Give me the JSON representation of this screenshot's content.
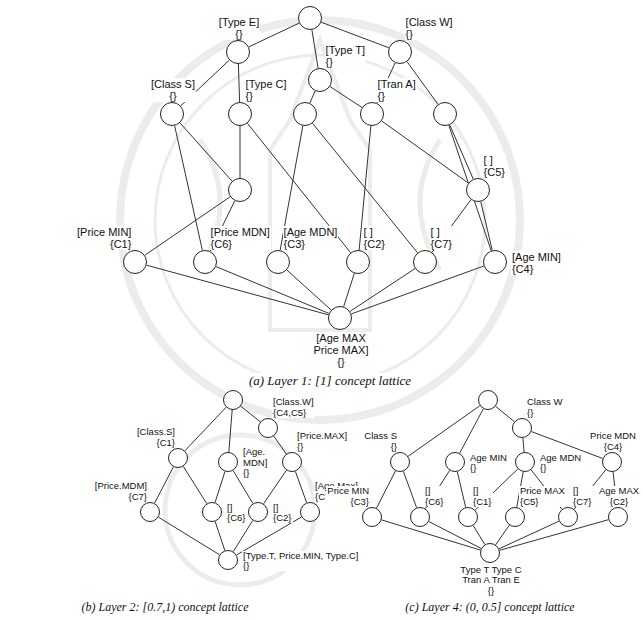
{
  "diagram": {
    "nodes": [
      {
        "text": []
      },
      {
        "text": [
          "[Type E]",
          "{}"
        ]
      },
      {
        "text": [
          "[Type T]",
          "{}"
        ]
      },
      {
        "text": [
          "[Class W]",
          "{}"
        ]
      },
      {
        "text": [
          "[Class S]",
          "{}"
        ]
      },
      {
        "text": [
          "[Type C]",
          "{}"
        ]
      },
      {
        "text": []
      },
      {
        "text": [
          "[Tran A]",
          "{}"
        ]
      },
      {
        "text": []
      },
      {
        "text": []
      },
      {
        "text": [
          "[ ]",
          "{C5}"
        ]
      },
      {
        "text": [
          "[Price MIN]",
          "{C1}"
        ]
      },
      {
        "text": [
          "[Price MDN]",
          "{C6}"
        ]
      },
      {
        "text": [
          "[Age MDN]",
          "{C3}"
        ]
      },
      {
        "text": [
          "[ ]",
          "{C2}"
        ]
      },
      {
        "text": [
          "[ ]",
          "{C7}"
        ]
      },
      {
        "text": [
          "[Age MIN]",
          "{C4}"
        ]
      },
      {
        "text": [
          "[Age MAX Price MAX]",
          "{}"
        ]
      },
      {
        "text": []
      },
      {
        "text": [
          "[Class.W]",
          "{C4,C5}"
        ]
      },
      {
        "text": [
          "[Class.S]",
          "{C1}"
        ]
      },
      {
        "text": [
          "[Age. MDN]",
          "{}"
        ]
      },
      {
        "text": [
          "[Price.MAX]",
          "{}"
        ]
      },
      {
        "text": [
          "[Price.MDM]",
          "{C7}"
        ]
      },
      {
        "text": [
          "[]",
          "{C6}"
        ]
      },
      {
        "text": [
          "[]",
          "{C2}"
        ]
      },
      {
        "text": [
          "[Age.Max]",
          "{C7}"
        ]
      },
      {
        "text": [
          "[Type.T, Price.MIN, Type.C]",
          "{}"
        ]
      },
      {
        "text": []
      },
      {
        "text": [
          "Class W",
          "{}"
        ]
      },
      {
        "text": [
          "Class S",
          "{}"
        ]
      },
      {
        "text": [
          "Age MIN",
          "{}"
        ]
      },
      {
        "text": [
          "Age MDN",
          "{}"
        ]
      },
      {
        "text": [
          "Price MDN",
          "{C4}"
        ]
      },
      {
        "text": [
          "Price MIN",
          "{C3}"
        ]
      },
      {
        "text": [
          "[]",
          "{C6}"
        ]
      },
      {
        "text": [
          "[]",
          "{C1}"
        ]
      },
      {
        "text": [
          "Price MAX",
          "{C5}"
        ]
      },
      {
        "text": [
          "[]",
          "{C7}"
        ]
      },
      {
        "text": [
          "Age MAX",
          "{C2}"
        ]
      },
      {
        "text": [
          "Type T Type C Tran A Tran E",
          "{}"
        ]
      }
    ],
    "edges": [
      {
        "from": 0,
        "to": 1,
        "arrow": "none"
      },
      {
        "from": 0,
        "to": 2,
        "arrow": "none"
      },
      {
        "from": 0,
        "to": 3,
        "arrow": "none"
      },
      {
        "from": 1,
        "to": 4,
        "arrow": "none"
      },
      {
        "from": 1,
        "to": 5,
        "arrow": "none"
      },
      {
        "from": 2,
        "to": 6,
        "arrow": "none"
      },
      {
        "from": 2,
        "to": 7,
        "arrow": "none"
      },
      {
        "from": 3,
        "to": 7,
        "arrow": "none"
      },
      {
        "from": 3,
        "to": 8,
        "arrow": "none"
      },
      {
        "from": 4,
        "to": 9,
        "arrow": "none"
      },
      {
        "from": 4,
        "to": 12,
        "arrow": "none"
      },
      {
        "from": 5,
        "to": 9,
        "arrow": "none"
      },
      {
        "from": 5,
        "to": 14,
        "arrow": "none"
      },
      {
        "from": 6,
        "to": 13,
        "arrow": "none"
      },
      {
        "from": 6,
        "to": 15,
        "arrow": "none"
      },
      {
        "from": 7,
        "to": 10,
        "arrow": "none"
      },
      {
        "from": 7,
        "to": 14,
        "arrow": "none"
      },
      {
        "from": 8,
        "to": 10,
        "arrow": "none"
      },
      {
        "from": 8,
        "to": 16,
        "arrow": "none"
      },
      {
        "from": 9,
        "to": 11,
        "arrow": "none"
      },
      {
        "from": 9,
        "to": 12,
        "arrow": "none"
      },
      {
        "from": 10,
        "to": 15,
        "arrow": "none"
      },
      {
        "from": 10,
        "to": 16,
        "arrow": "none"
      },
      {
        "from": 11,
        "to": 17,
        "arrow": "none"
      },
      {
        "from": 12,
        "to": 17,
        "arrow": "none"
      },
      {
        "from": 13,
        "to": 17,
        "arrow": "none"
      },
      {
        "from": 14,
        "to": 17,
        "arrow": "none"
      },
      {
        "from": 15,
        "to": 17,
        "arrow": "none"
      },
      {
        "from": 16,
        "to": 17,
        "arrow": "none"
      },
      {
        "from": 18,
        "to": 19,
        "arrow": "none"
      },
      {
        "from": 18,
        "to": 20,
        "arrow": "none"
      },
      {
        "from": 18,
        "to": 21,
        "arrow": "none"
      },
      {
        "from": 19,
        "to": 22,
        "arrow": "none"
      },
      {
        "from": 20,
        "to": 23,
        "arrow": "none"
      },
      {
        "from": 20,
        "to": 24,
        "arrow": "none"
      },
      {
        "from": 21,
        "to": 24,
        "arrow": "none"
      },
      {
        "from": 21,
        "to": 25,
        "arrow": "none"
      },
      {
        "from": 22,
        "to": 25,
        "arrow": "none"
      },
      {
        "from": 22,
        "to": 26,
        "arrow": "none"
      },
      {
        "from": 23,
        "to": 27,
        "arrow": "none"
      },
      {
        "from": 24,
        "to": 27,
        "arrow": "none"
      },
      {
        "from": 25,
        "to": 27,
        "arrow": "none"
      },
      {
        "from": 26,
        "to": 27,
        "arrow": "none"
      },
      {
        "from": 28,
        "to": 29,
        "arrow": "none"
      },
      {
        "from": 28,
        "to": 30,
        "arrow": "none"
      },
      {
        "from": 28,
        "to": 31,
        "arrow": "none"
      },
      {
        "from": 29,
        "to": 32,
        "arrow": "none"
      },
      {
        "from": 29,
        "to": 33,
        "arrow": "none"
      },
      {
        "from": 30,
        "to": 34,
        "arrow": "none"
      },
      {
        "from": 30,
        "to": 35,
        "arrow": "none"
      },
      {
        "from": 31,
        "to": 35,
        "arrow": "none"
      },
      {
        "from": 31,
        "to": 36,
        "arrow": "none"
      },
      {
        "from": 32,
        "to": 36,
        "arrow": "none"
      },
      {
        "from": 32,
        "to": 37,
        "arrow": "none"
      },
      {
        "from": 32,
        "to": 38,
        "arrow": "none"
      },
      {
        "from": 33,
        "to": 38,
        "arrow": "none"
      },
      {
        "from": 33,
        "to": 39,
        "arrow": "none"
      },
      {
        "from": 34,
        "to": 40,
        "arrow": "none"
      },
      {
        "from": 35,
        "to": 40,
        "arrow": "none"
      },
      {
        "from": 36,
        "to": 40,
        "arrow": "none"
      },
      {
        "from": 37,
        "to": 40,
        "arrow": "none"
      },
      {
        "from": 38,
        "to": 40,
        "arrow": "none"
      },
      {
        "from": 39,
        "to": 40,
        "arrow": "none"
      }
    ],
    "labels": [
      "(a) Layer 1: [1] concept lattice",
      "(b) Layer 2: [0.7,1) concept lattice",
      "(c) Layer 4: (0, 0.5] concept lattice"
    ]
  }
}
